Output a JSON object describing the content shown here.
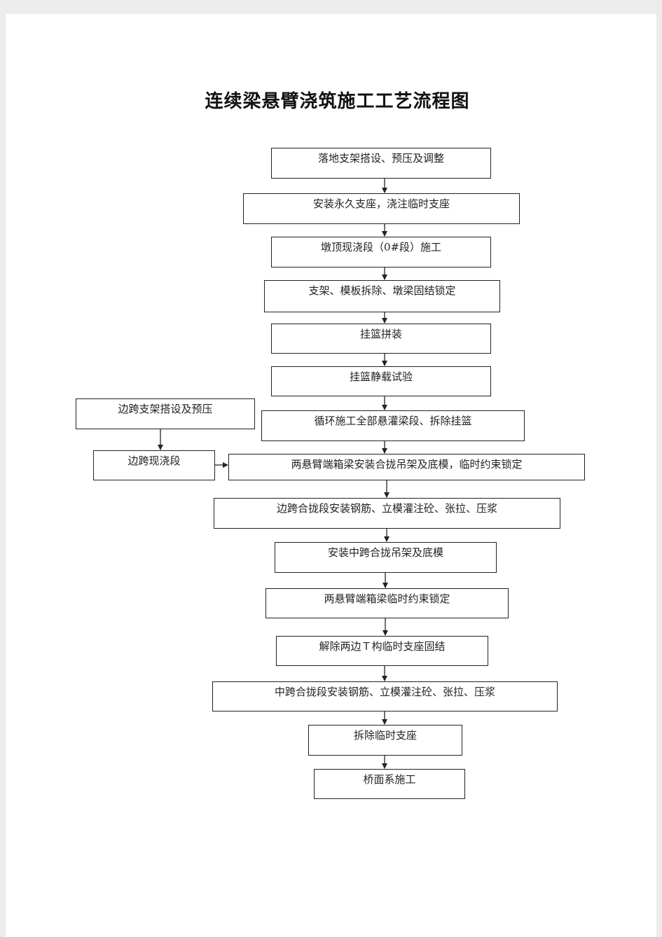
{
  "title": "连续梁悬臂浇筑施工工艺流程图",
  "steps": [
    "落地支架搭设、预压及调整",
    "安装永久支座，浇注临时支座",
    "墩顶现浇段（0#段）施工",
    "支架、模板拆除、墩梁固结锁定",
    "挂篮拼装",
    "挂篮静载试验",
    "循环施工全部悬灌梁段、拆除挂篮",
    "两悬臂端箱梁安装合拢吊架及底模，临时约束锁定",
    "边跨合拢段安装钢筋、立模灌注砼、张拉、压浆",
    "安装中跨合拢吊架及底模",
    "两悬臂端箱梁临时约束锁定",
    "解除两边Ｔ构临时支座固结",
    "中跨合拢段安装钢筋、立模灌注砼、张拉、压浆",
    "拆除临时支座",
    "桥面系施工"
  ],
  "side_steps": [
    "边跨支架搭设及预压",
    "边跨现浇段"
  ]
}
